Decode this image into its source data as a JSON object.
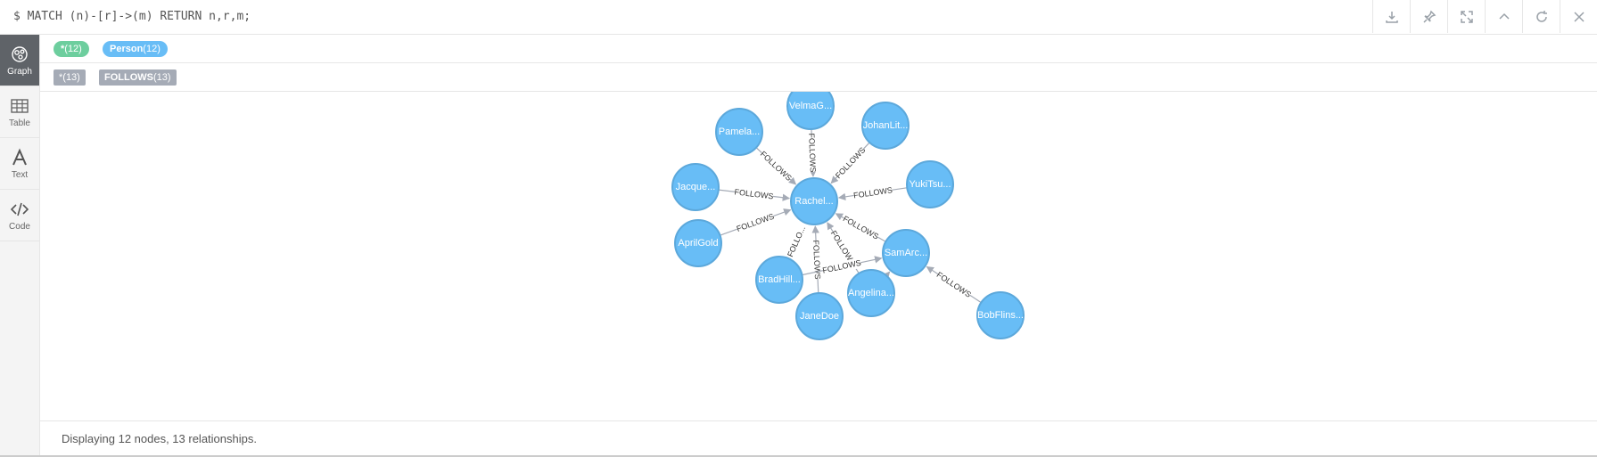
{
  "header": {
    "query": "$ MATCH (n)-[r]->(m) RETURN n,r,m;",
    "tools": [
      {
        "icon": "download-icon"
      },
      {
        "icon": "pin-icon"
      },
      {
        "icon": "fullscreen-icon"
      },
      {
        "icon": "collapse-icon"
      },
      {
        "icon": "rerun-icon"
      },
      {
        "icon": "close-icon"
      }
    ]
  },
  "sidebar": {
    "items": [
      {
        "label": "Graph",
        "icon": "graph-icon",
        "active": true
      },
      {
        "label": "Table",
        "icon": "table-icon",
        "active": false
      },
      {
        "label": "Text",
        "icon": "text-icon",
        "active": false
      },
      {
        "label": "Code",
        "icon": "code-icon",
        "active": false
      }
    ]
  },
  "legend": {
    "labels": [
      {
        "name": "*",
        "count": "(12)",
        "color": "#6dce9e"
      },
      {
        "name": "Person",
        "count": "(12)",
        "color": "#68bdf6"
      }
    ],
    "relationships": [
      {
        "name": "*",
        "count": "(13)"
      },
      {
        "name": "FOLLOWS",
        "count": "(13)"
      }
    ]
  },
  "graph": {
    "node_color": "#68bdf6",
    "edge_color": "#a5abb6",
    "nodes": [
      {
        "id": "rachel",
        "label": "Rachel..."
      },
      {
        "id": "velma",
        "label": "VelmaG..."
      },
      {
        "id": "pamela",
        "label": "Pamela..."
      },
      {
        "id": "johan",
        "label": "JohanLit..."
      },
      {
        "id": "jacque",
        "label": "Jacque..."
      },
      {
        "id": "yuki",
        "label": "YukiTsu..."
      },
      {
        "id": "april",
        "label": "AprilGold"
      },
      {
        "id": "sam",
        "label": "SamArc..."
      },
      {
        "id": "brad",
        "label": "BradHill..."
      },
      {
        "id": "angelina",
        "label": "Angelina..."
      },
      {
        "id": "jane",
        "label": "JaneDoe"
      },
      {
        "id": "bob",
        "label": "BobFlins..."
      }
    ],
    "edges": [
      {
        "from": "velma",
        "to": "rachel",
        "label": "FOLLOWS"
      },
      {
        "from": "pamela",
        "to": "rachel",
        "label": "FOLLOWS"
      },
      {
        "from": "johan",
        "to": "rachel",
        "label": "FOLLOWS"
      },
      {
        "from": "jacque",
        "to": "rachel",
        "label": "FOLLOWS"
      },
      {
        "from": "yuki",
        "to": "rachel",
        "label": "FOLLOWS"
      },
      {
        "from": "april",
        "to": "rachel",
        "label": "FOLLOWS"
      },
      {
        "from": "sam",
        "to": "rachel",
        "label": "FOLLOWS"
      },
      {
        "from": "brad",
        "to": "rachel",
        "label": "FOLLO..."
      },
      {
        "from": "jane",
        "to": "rachel",
        "label": "FOLLOWS"
      },
      {
        "from": "angelina",
        "to": "rachel",
        "label": "FOLLOWS"
      },
      {
        "from": "brad",
        "to": "sam",
        "label": "FOLLOWS"
      },
      {
        "from": "angelina",
        "to": "sam",
        "label": ""
      },
      {
        "from": "bob",
        "to": "sam",
        "label": "FOLLOWS"
      }
    ]
  },
  "footer": {
    "status": "Displaying 12 nodes, 13 relationships."
  }
}
